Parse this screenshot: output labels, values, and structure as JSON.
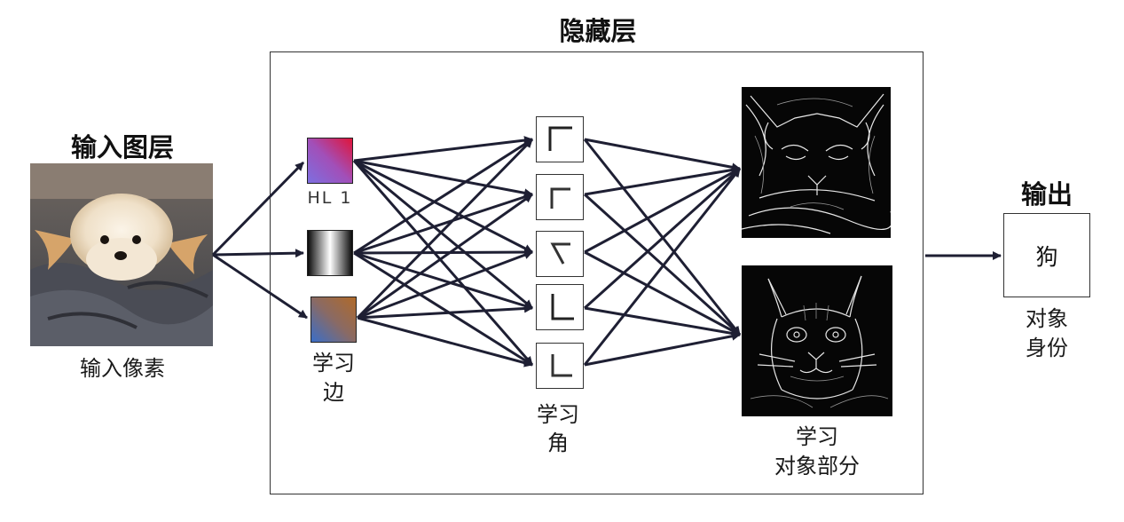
{
  "hidden_title": "隐藏层",
  "input": {
    "title": "输入图层",
    "caption": "输入像素"
  },
  "edges": {
    "hl_label": "HL 1",
    "caption_line1": "学习",
    "caption_line2": "边"
  },
  "corners": {
    "caption_line1": "学习",
    "caption_line2": "角"
  },
  "parts": {
    "caption_line1": "学习",
    "caption_line2": "对象部分"
  },
  "output": {
    "title": "输出",
    "value": "狗",
    "caption_line1": "对象",
    "caption_line2": "身份"
  },
  "colors": {
    "arrow": "#1e1f33",
    "frame": "#333333"
  },
  "icons": {
    "input_image": "dog-photo",
    "edge_1": "purple-red-gradient-filter",
    "edge_2": "grayscale-gradient-filter",
    "edge_3": "brown-blue-gradient-filter",
    "parts_1": "cat-head-edges",
    "parts_2": "cat-face-edges"
  }
}
